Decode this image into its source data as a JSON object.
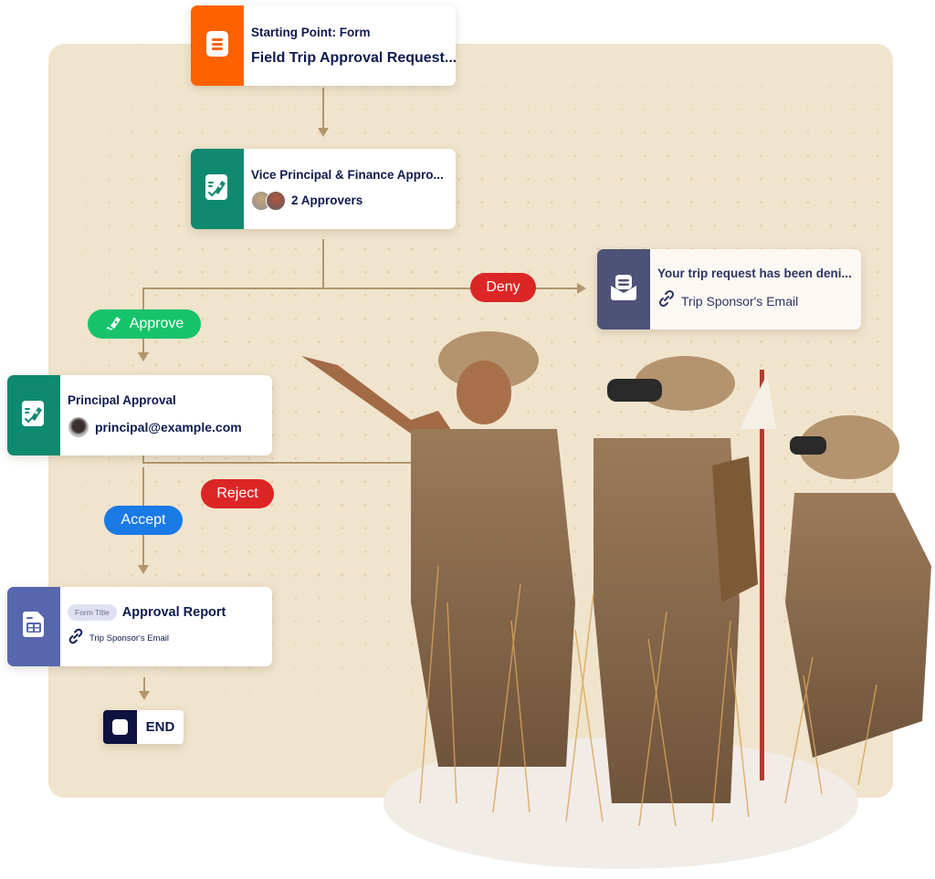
{
  "colors": {
    "panel_bg": "#f0e4cd",
    "connector": "#b3966b",
    "form_orange": "#ff6100",
    "approval_green": "#0f8a6e",
    "email_slate": "#4e5277",
    "report_blue": "#5667ad",
    "end_navy": "#0d1240",
    "approve_green": "#16c36a",
    "deny_red": "#dc2626",
    "accept_blue": "#1a7ae6",
    "text_navy": "#0d1a4f"
  },
  "nodes": {
    "start": {
      "label": "Starting Point: Form",
      "title": "Field Trip Approval Request...",
      "icon": "form-icon"
    },
    "vice_principal": {
      "title": "Vice Principal & Finance Appro...",
      "approvers": "2 Approvers",
      "icon": "approval-signature-icon"
    },
    "deny_email": {
      "title": "Your trip request has been deni...",
      "recipient": "Trip Sponsor's Email",
      "icon": "email-envelope-icon"
    },
    "principal": {
      "title": "Principal Approval",
      "email": "principal@example.com",
      "icon": "approval-signature-icon"
    },
    "report": {
      "tag": "Form Title",
      "title": "Approval Report",
      "recipient": "Trip Sponsor's Email",
      "icon": "report-sheet-icon"
    },
    "end": {
      "label": "END"
    }
  },
  "branches": {
    "approve": "Approve",
    "deny": "Deny",
    "accept": "Accept",
    "reject": "Reject"
  },
  "photo": {
    "description": "Three scouts in khaki uniforms with binoculars standing in tall golden grass"
  }
}
